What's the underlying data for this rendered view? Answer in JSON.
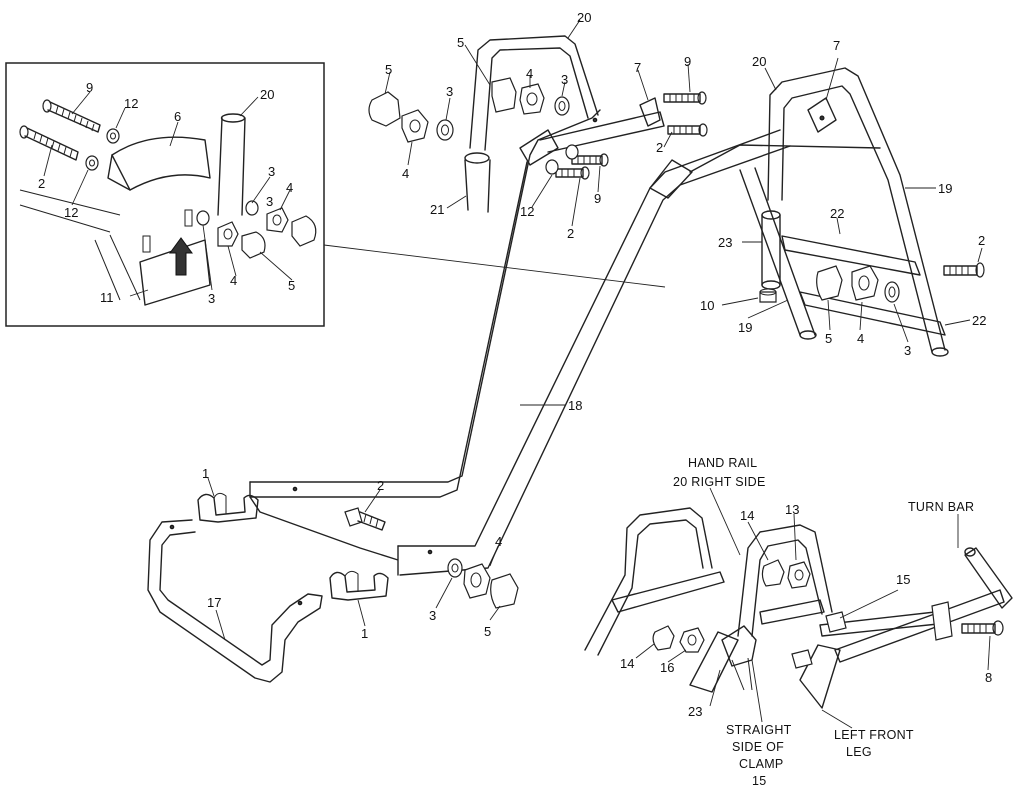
{
  "callouts": {
    "inset": {
      "n9": "9",
      "n12a": "12",
      "n20": "20",
      "n6": "6",
      "n2": "2",
      "n12b": "12",
      "n3a": "3",
      "n3b": "3",
      "n4a": "4",
      "n4b": "4",
      "n11": "11",
      "n3c": "3",
      "n5": "5"
    },
    "top_center": {
      "n20": "20",
      "n5a": "5",
      "n4a": "4",
      "n3a": "3",
      "n7": "7",
      "n9a": "9",
      "n5b": "5",
      "n3b": "3",
      "n4b": "4",
      "n2a": "2",
      "n12": "12",
      "n9b": "9",
      "n2b": "2",
      "n21": "21"
    },
    "top_right": {
      "n20": "20",
      "n7": "7",
      "n19a": "19",
      "n22a": "22",
      "n2": "2",
      "n23": "23",
      "n10": "10",
      "n19b": "19",
      "n5": "5",
      "n4": "4",
      "n3": "3",
      "n22b": "22"
    },
    "main": {
      "n18": "18",
      "n1a": "1",
      "n2": "2",
      "n4": "4",
      "n17": "17",
      "n1b": "1",
      "n3": "3",
      "n5": "5"
    },
    "detail": {
      "hand_rail_line1": "HAND RAIL",
      "hand_rail_line2": "20  RIGHT SIDE",
      "turn_bar": "TURN BAR",
      "n14a": "14",
      "n13": "13",
      "n15": "15",
      "n14b": "14",
      "n16": "16",
      "n23": "23",
      "n8": "8",
      "straight_line1": "STRAIGHT",
      "straight_line2": "SIDE OF",
      "straight_line3": "CLAMP",
      "straight_line4": "15",
      "left_front_line1": "LEFT FRONT",
      "left_front_line2": "LEG"
    }
  }
}
